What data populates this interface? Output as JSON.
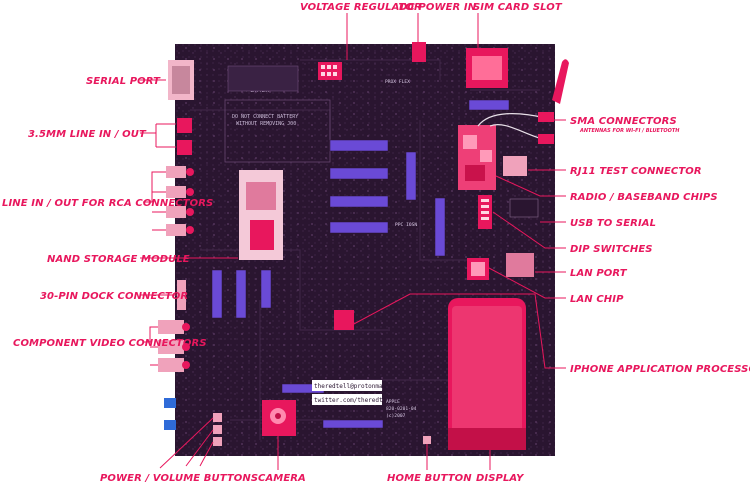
{
  "colors": {
    "accent": "#e8175d",
    "board": "#2a1530"
  },
  "labels": {
    "voltage_regulator": "VOLTAGE REGULATOR",
    "dc_power_in": "DC POWER IN",
    "sim_card_slot": "SIM CARD SLOT",
    "serial_port": "SERIAL PORT",
    "line_in_out_35mm": "3.5MM LINE IN / OUT",
    "sma_connectors": "SMA CONNECTORS",
    "sma_subtitle": "ANTENNAS FOR WI-FI / BLUETOOTH",
    "rj11_test_connector": "RJ11 TEST CONNECTOR",
    "line_in_out_rca": "LINE IN / OUT FOR RCA CONNECTORS",
    "radio_baseband_chips": "RADIO / BASEBAND CHIPS",
    "usb_to_serial": "USB TO SERIAL",
    "dip_switches": "DIP SWITCHES",
    "nand_storage_module": "NAND STORAGE MODULE",
    "lan_port": "LAN PORT",
    "dock_connector_30pin": "30-PIN DOCK CONNECTOR",
    "lan_chip": "LAN CHIP",
    "component_video_connectors": "COMPONENT VIDEO CONNECTORS",
    "iphone_app_processor": "IPHONE APPLICATION PROCESSOR POP STACK",
    "power_volume_buttons": "POWER / VOLUME BUTTONS",
    "camera": "CAMERA",
    "home_button": "HOME BUTTON",
    "display": "DISPLAY"
  },
  "board_text": {
    "battery_warning_1": "DO NOT CONNECT BATTERY",
    "battery_warning_2": "WITHOUT REMOVING J00",
    "plus_battery": "+ BATTERY",
    "prox_flex": "PROX FLEX",
    "email": "theredtell@protonmail.ch",
    "twitter": "twitter.com/theredtell",
    "apple": "APPLE",
    "part_no": "820-0201-04",
    "copyright": "(c)2007",
    "ppc": "PPC IOSN"
  }
}
